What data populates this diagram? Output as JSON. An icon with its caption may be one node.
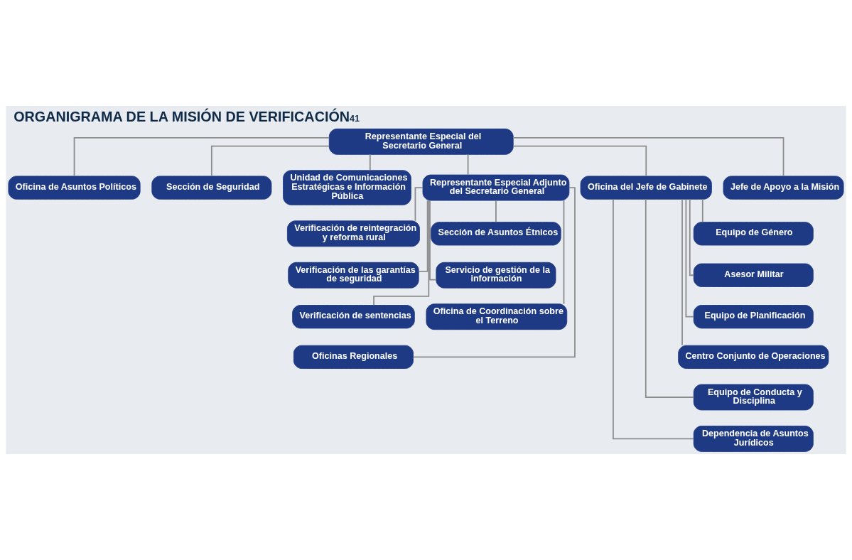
{
  "diagram": {
    "title": "ORGANIGRAMA DE LA MISIÓN DE VERIFICACIÓN$^{41}$",
    "nodes": [
      {
        "text": [
          "Representante Especial del Secretario General"
        ]
      },
      {
        "text": [
          "Oficina de Asuntos Políticos"
        ]
      },
      {
        "text": [
          "Sección de Seguridad"
        ]
      },
      {
        "text": [
          "Unidad de Comunicaciones Estratégicas e Información Pública"
        ]
      },
      {
        "text": [
          "Representante Especial Adjunto del Secretario General"
        ]
      },
      {
        "text": [
          "Oficina del Jefe de Gabinete"
        ]
      },
      {
        "text": [
          "Jefe de Apoyo a la Misión"
        ]
      },
      {
        "text": [
          "Verificación de reintegración y reforma rural"
        ]
      },
      {
        "text": [
          "Sección de Asuntos Étnicos"
        ]
      },
      {
        "text": [
          "Verificación de las garantías de seguridad"
        ]
      },
      {
        "text": [
          "Servicio de gestión de la información"
        ]
      },
      {
        "text": [
          "Verificación de sentencias"
        ]
      },
      {
        "text": [
          "Oficina de Coordinación sobre el Terreno"
        ]
      },
      {
        "text": [
          "Oficinas Regionales"
        ]
      },
      {
        "text": [
          "Equipo de Género"
        ]
      },
      {
        "text": [
          "Asesor Militar"
        ]
      },
      {
        "text": [
          "Equipo de Planificación"
        ]
      },
      {
        "text": [
          "Centro Conjunto de Operaciones"
        ]
      },
      {
        "text": [
          "Equipo de Conducta y Disciplina"
        ]
      },
      {
        "text": [
          "Dependencia de Asuntos Jurídicos"
        ]
      }
    ],
    "edges": [
      {
        "from": 0,
        "to": 1,
        "arrow": "none"
      },
      {
        "from": 0,
        "to": 2,
        "arrow": "none"
      },
      {
        "from": 0,
        "to": 3,
        "arrow": "none"
      },
      {
        "from": 0,
        "to": 4,
        "arrow": "none"
      },
      {
        "from": 0,
        "to": 5,
        "arrow": "none"
      },
      {
        "from": 0,
        "to": 6,
        "arrow": "none"
      },
      {
        "from": 4,
        "to": 7,
        "arrow": "none"
      },
      {
        "from": 4,
        "to": 8,
        "arrow": "none"
      },
      {
        "from": 4,
        "to": 9,
        "arrow": "none"
      },
      {
        "from": 4,
        "to": 10,
        "arrow": "none"
      },
      {
        "from": 4,
        "to": 11,
        "arrow": "none"
      },
      {
        "from": 4,
        "to": 12,
        "arrow": "none"
      },
      {
        "from": 4,
        "to": 13,
        "arrow": "none"
      },
      {
        "from": 5,
        "to": 14,
        "arrow": "none"
      },
      {
        "from": 5,
        "to": 15,
        "arrow": "none"
      },
      {
        "from": 5,
        "to": 16,
        "arrow": "none"
      },
      {
        "from": 5,
        "to": 17,
        "arrow": "none"
      },
      {
        "from": 5,
        "to": 18,
        "arrow": "none"
      },
      {
        "from": 5,
        "to": 19,
        "arrow": "none"
      }
    ]
  }
}
